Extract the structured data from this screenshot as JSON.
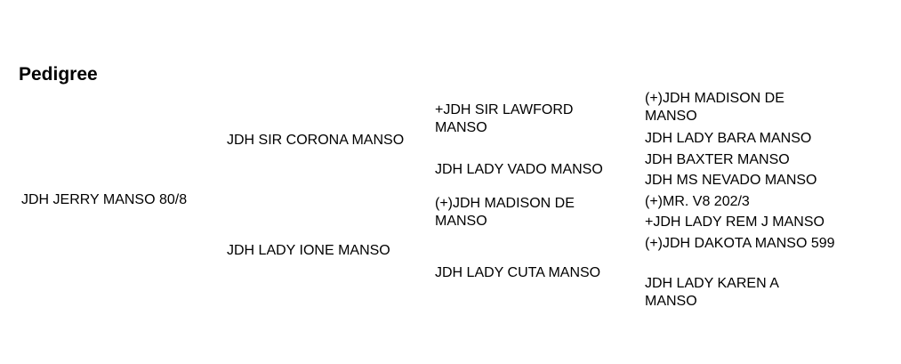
{
  "title": "Pedigree",
  "animal": "JDH JERRY MANSO 80/8",
  "sire": "JDH SIR CORONA MANSO",
  "dam": "JDH LADY IONE MANSO",
  "sire_sire": "+JDH SIR LAWFORD MANSO",
  "sire_dam": "JDH LADY VADO MANSO",
  "dam_sire": "(+)JDH MADISON DE MANSO",
  "dam_dam": "JDH LADY CUTA MANSO",
  "ggen": [
    "(+)JDH MADISON DE MANSO",
    "JDH LADY BARA MANSO",
    "JDH BAXTER MANSO",
    "JDH MS NEVADO MANSO",
    "(+)MR. V8 202/3",
    "+JDH LADY REM J MANSO",
    "(+)JDH DAKOTA MANSO 599",
    "JDH LADY KAREN A MANSO"
  ]
}
